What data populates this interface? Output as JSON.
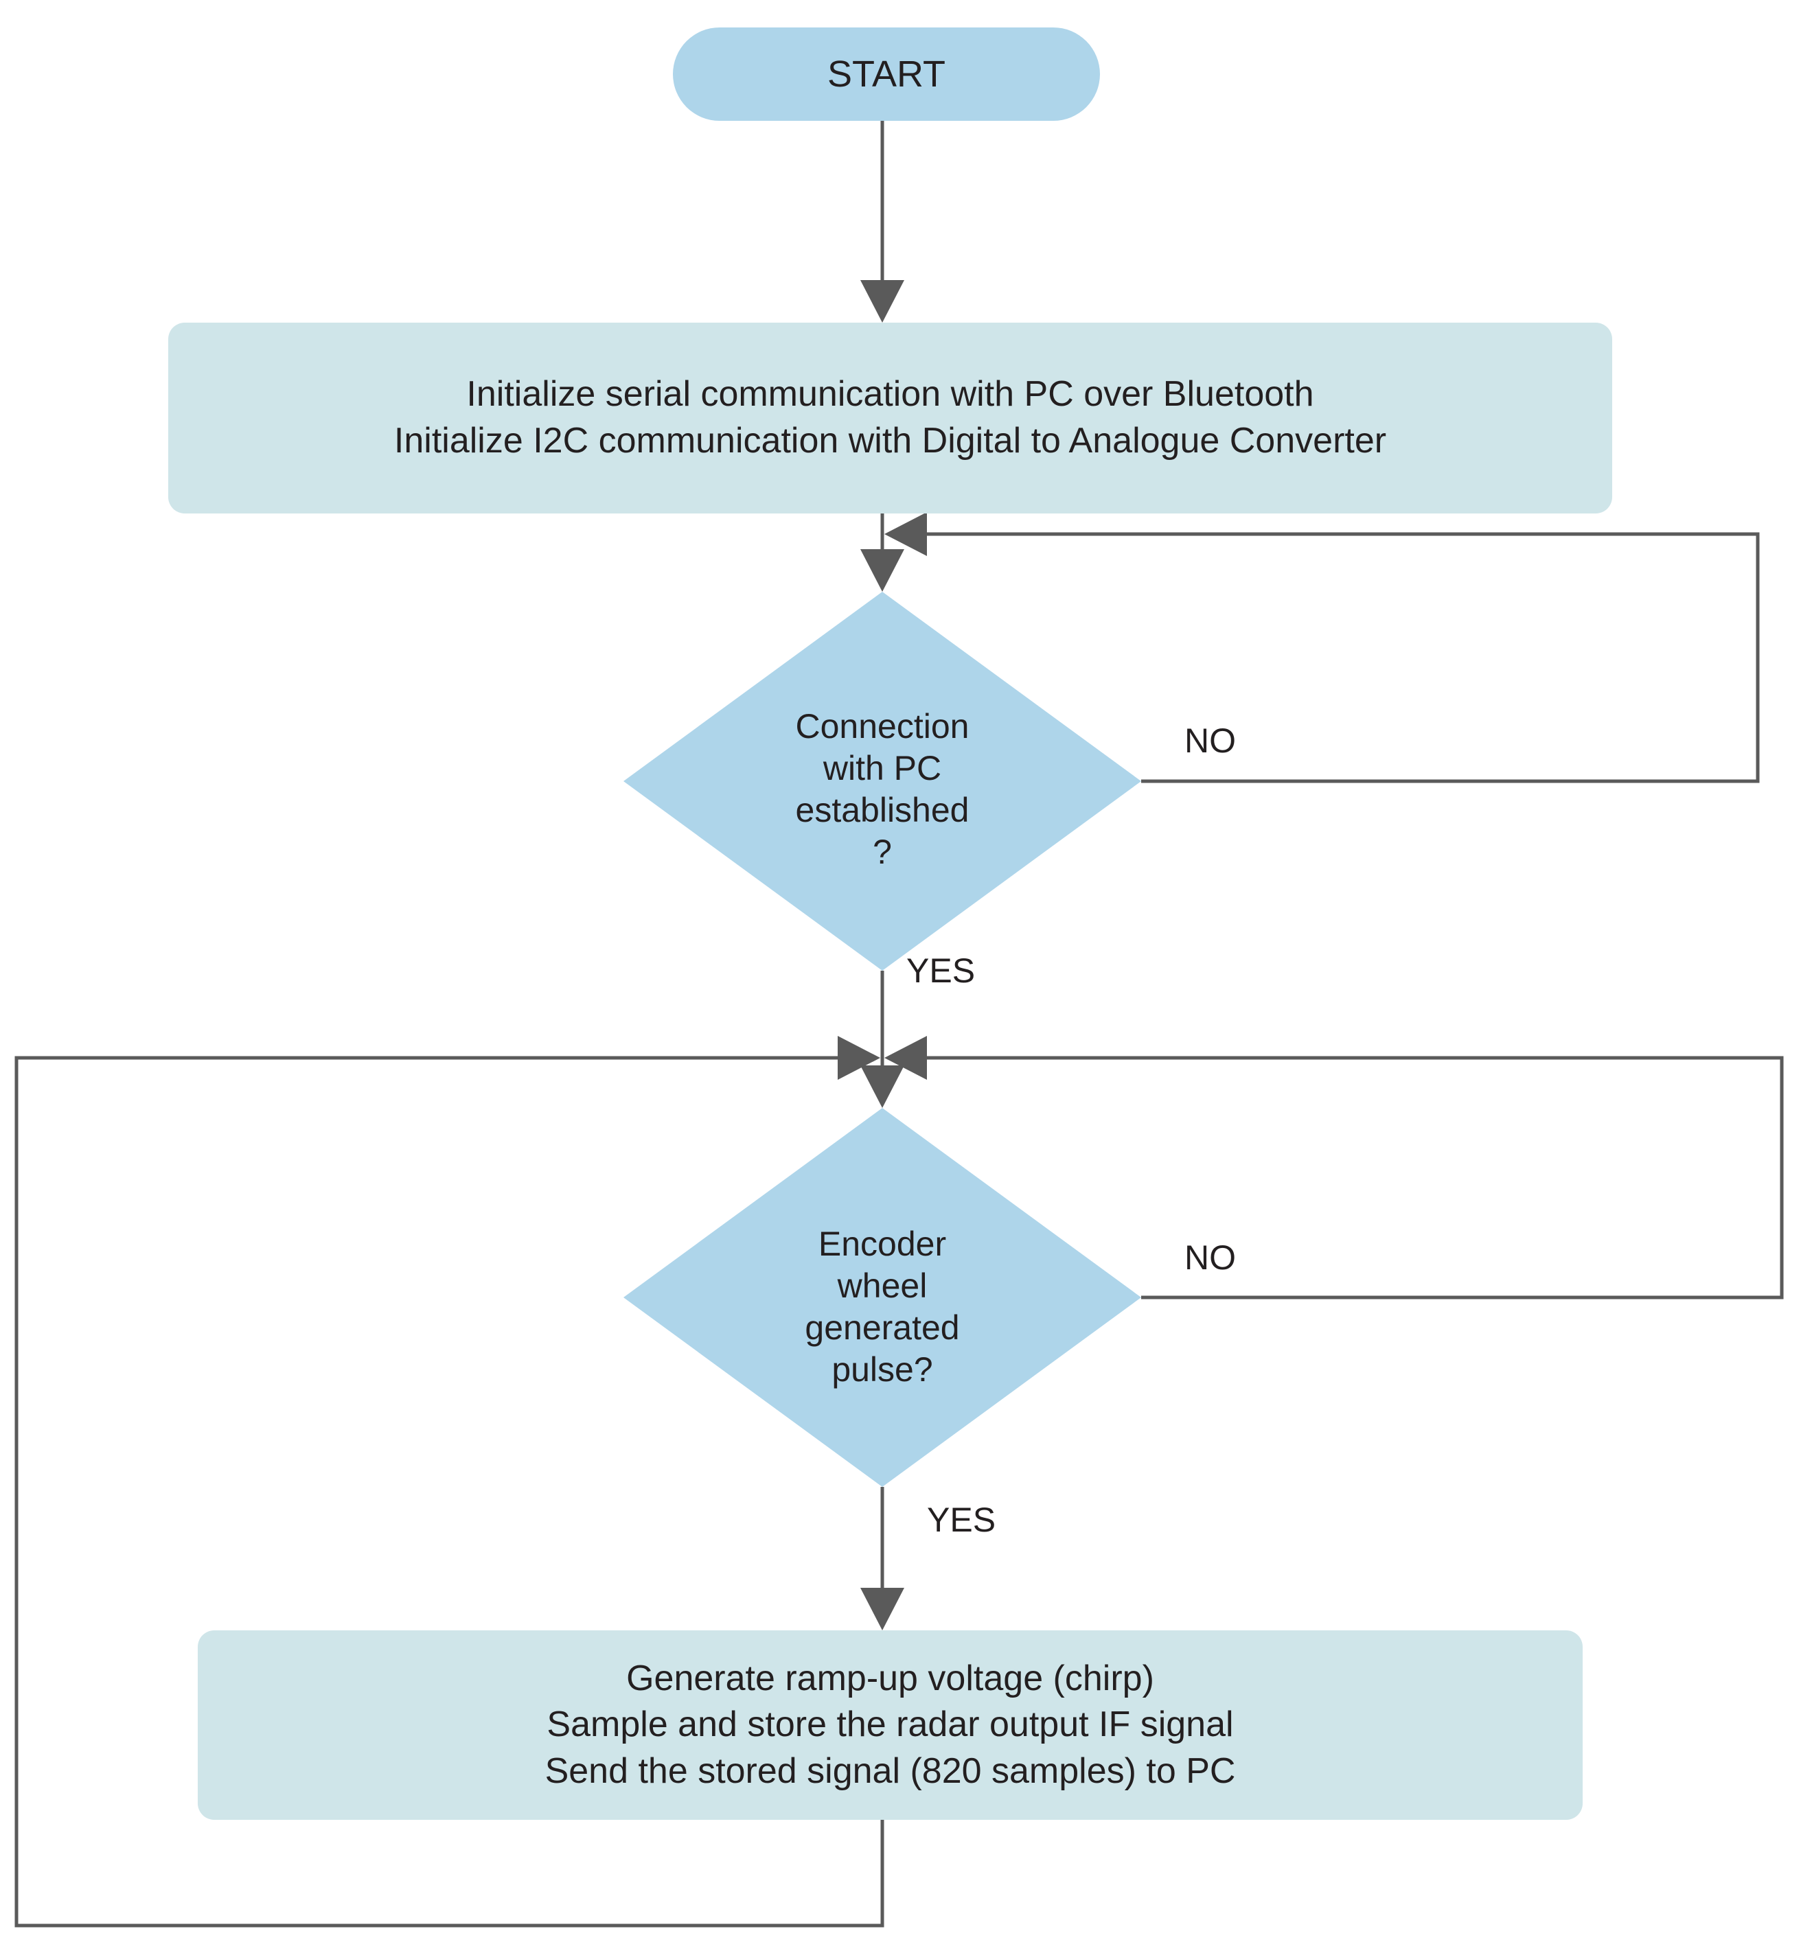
{
  "diagram": {
    "title": "Radar microcontroller firmware flowchart",
    "type": "flowchart",
    "colors": {
      "terminator_fill": "#aed5ea",
      "decision_fill": "#aed5ea",
      "process_fill": "#cfe5e9",
      "edge_stroke": "#5a5a5a",
      "text": "#231f20",
      "background": "#ffffff"
    },
    "nodes": {
      "start": {
        "shape": "terminator",
        "label": "START"
      },
      "init": {
        "shape": "process",
        "label": "Initialize serial communication with PC over Bluetooth\nInitialize I2C communication with Digital to Analogue Converter",
        "lines": [
          "Initialize serial communication with PC over Bluetooth",
          "Initialize I2C communication with Digital to Analogue Converter"
        ]
      },
      "decision_connection": {
        "shape": "decision",
        "label": "Connection\nwith PC\nestablished\n?",
        "lines": [
          "Connection",
          "with PC",
          "established",
          "?"
        ]
      },
      "decision_encoder": {
        "shape": "decision",
        "label": "Encoder\nwheel\ngenerated\npulse?",
        "lines": [
          "Encoder",
          "wheel",
          "generated",
          "pulse?"
        ]
      },
      "generate": {
        "shape": "process",
        "label": "Generate ramp-up voltage (chirp)\nSample and store the radar output IF signal\nSend the stored signal (820 samples) to PC",
        "lines": [
          "Generate ramp-up voltage (chirp)",
          "Sample and store the radar output IF signal",
          "Send the stored signal (820 samples) to PC"
        ]
      }
    },
    "edge_labels": {
      "connection_no": "NO",
      "connection_yes": "YES",
      "encoder_no": "NO",
      "encoder_yes": "YES"
    },
    "edges": [
      {
        "from": "start",
        "to": "init",
        "label": ""
      },
      {
        "from": "init",
        "to": "decision_connection",
        "label": ""
      },
      {
        "from": "decision_connection",
        "to": "decision_connection",
        "label": "NO"
      },
      {
        "from": "decision_connection",
        "to": "decision_encoder",
        "label": "YES"
      },
      {
        "from": "decision_encoder",
        "to": "decision_encoder",
        "label": "NO"
      },
      {
        "from": "decision_encoder",
        "to": "generate",
        "label": "YES"
      },
      {
        "from": "generate",
        "to": "decision_encoder",
        "label": ""
      }
    ]
  }
}
